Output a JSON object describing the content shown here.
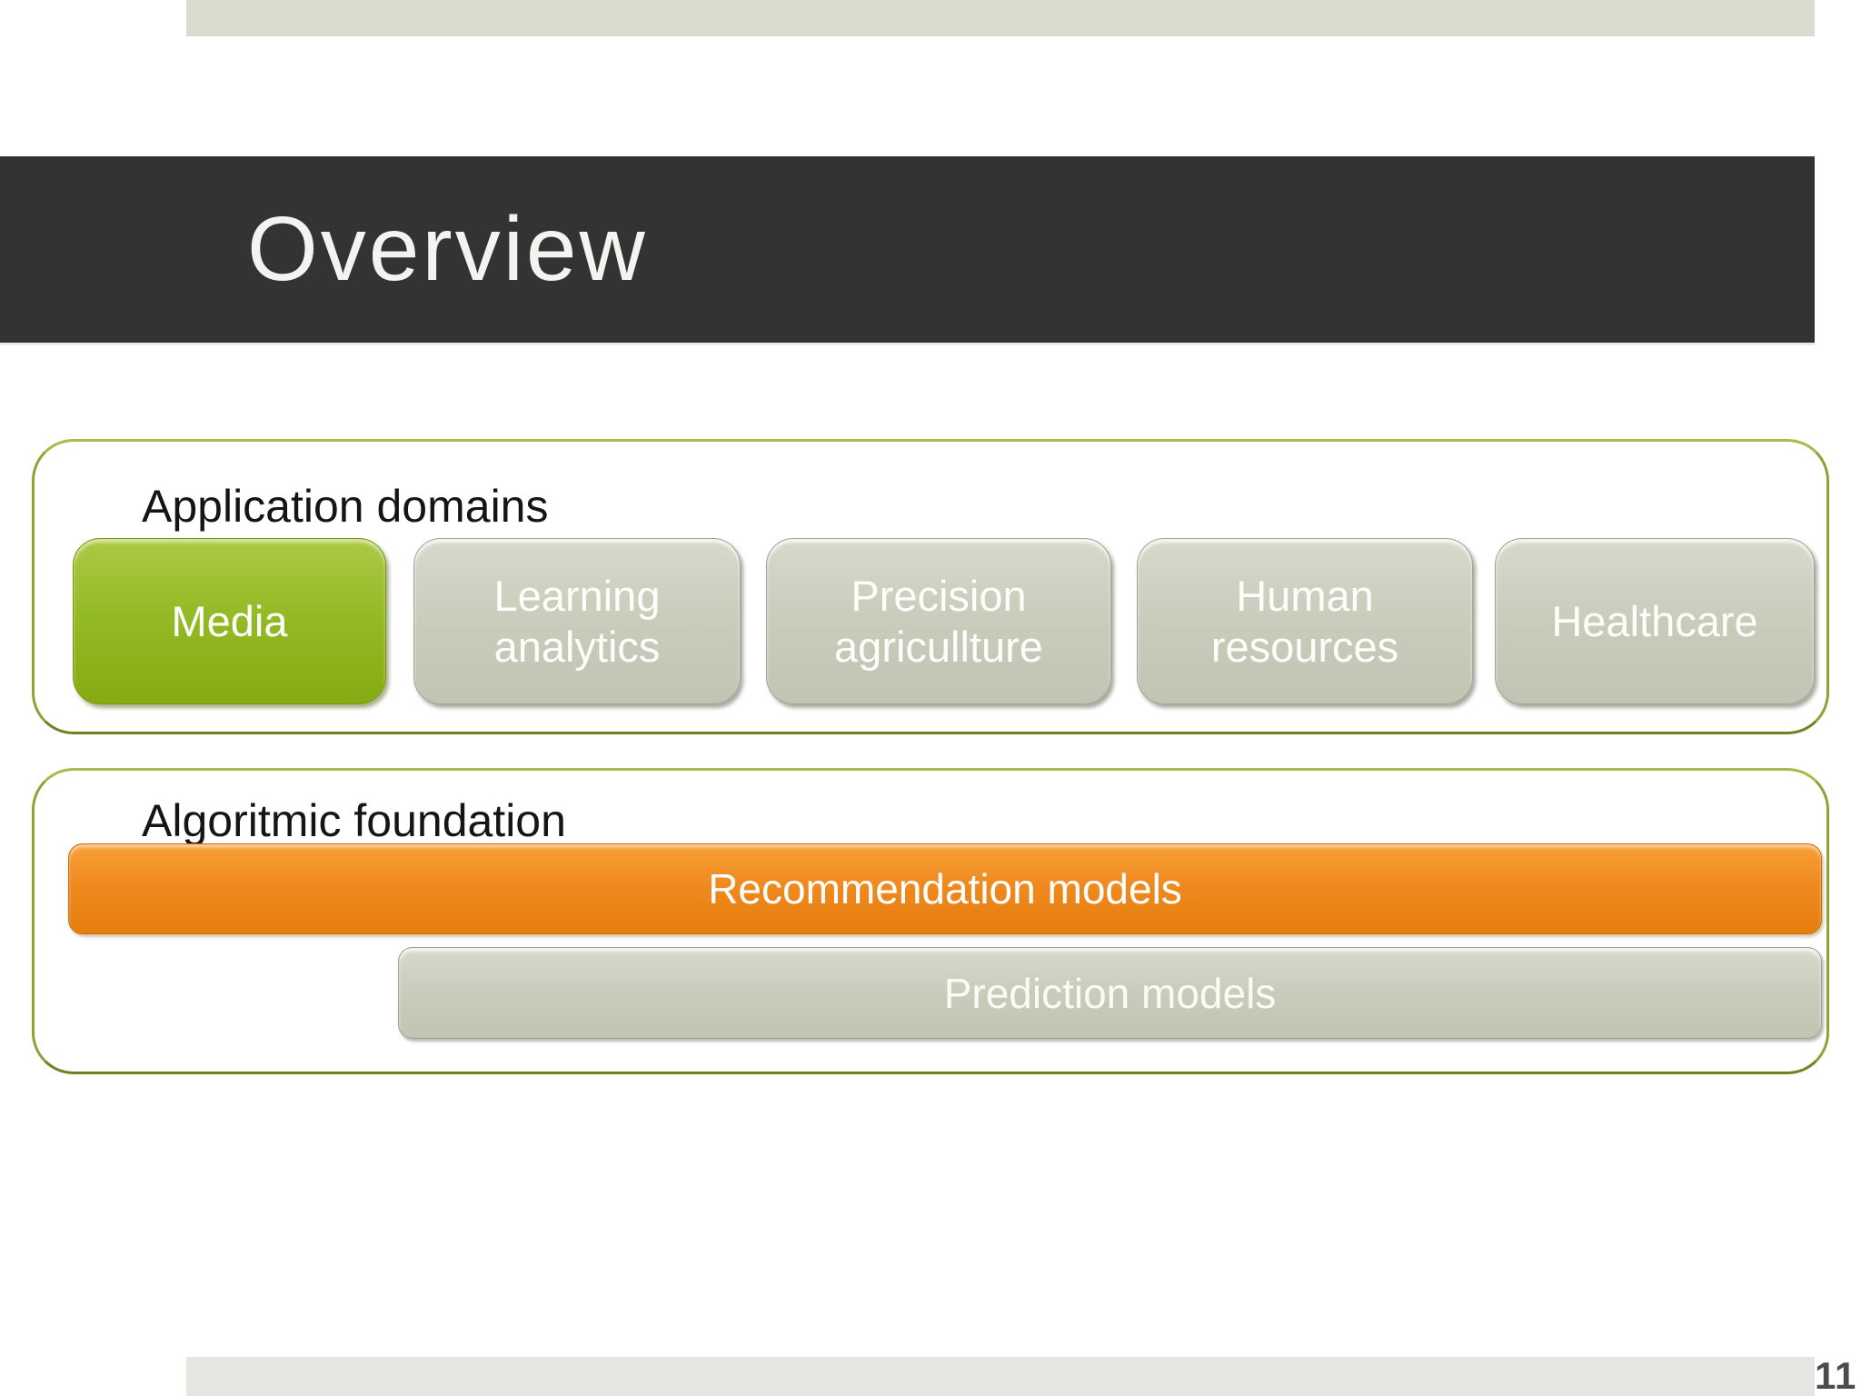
{
  "slide": {
    "page_number": "11"
  },
  "header": {
    "title": "Overview"
  },
  "groups": {
    "application_domains": {
      "label": "Application domains",
      "buttons": [
        {
          "label": "Media",
          "style": "green-highlight"
        },
        {
          "label": "Learning analytics",
          "style": "gray"
        },
        {
          "label": "Precision agricullture",
          "style": "gray"
        },
        {
          "label": "Human resources",
          "style": "gray"
        },
        {
          "label": "Healthcare",
          "style": "gray"
        }
      ]
    },
    "algorithmic_foundation": {
      "label": "Algoritmic foundation",
      "bars": [
        {
          "label": "Recommendation models",
          "style": "orange"
        },
        {
          "label": "Prediction models",
          "style": "gray"
        }
      ]
    }
  },
  "colors": {
    "accent_green": "#92bc25",
    "accent_orange": "#ef8a1f",
    "box_gray": "#c8cbba",
    "banner_dark": "#333333",
    "border_olive": "#8aa435",
    "top_strip": "#d8dbce",
    "bottom_strip": "#e4e6e1",
    "page_number": "#4c4c4c"
  }
}
